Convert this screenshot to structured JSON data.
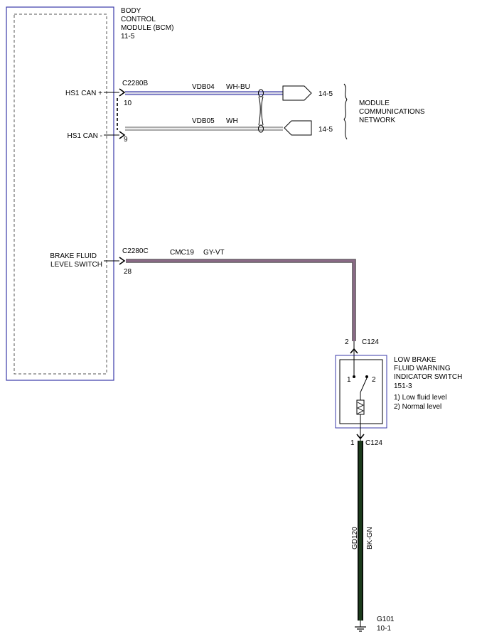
{
  "bcm": {
    "title_lines": [
      "BODY",
      "CONTROL",
      "MODULE (BCM)",
      "11-5"
    ]
  },
  "pins": {
    "hs1_can_plus": "HS1 CAN +",
    "hs1_can_minus": "HS1 CAN -",
    "brake_fluid_line1": "BRAKE FLUID",
    "brake_fluid_line2": "LEVEL SWITCH"
  },
  "connectors": {
    "c2280b": "C2280B",
    "c2280b_pin_plus": "10",
    "c2280b_pin_minus": "9",
    "c2280c": "C2280C",
    "c2280c_pin": "28",
    "c124": "C124",
    "c124_top_pin": "2",
    "c124_bottom_pin": "1"
  },
  "wires": {
    "vdb04_circuit": "VDB04",
    "vdb04_color": "WH-BU",
    "vdb05_circuit": "VDB05",
    "vdb05_color": "WH",
    "cmc19_circuit": "CMC19",
    "cmc19_color": "GY-VT",
    "gd120_circuit": "GD120",
    "gd120_color": "BK-GN"
  },
  "refs": {
    "can_plus_ref": "14-5",
    "can_minus_ref": "14-5"
  },
  "network": {
    "lines": [
      "MODULE",
      "COMMUNICATIONS",
      "NETWORK"
    ]
  },
  "switch": {
    "lines": [
      "LOW BRAKE",
      "FLUID WARNING",
      "INDICATOR SWITCH",
      "151-3",
      "1) Low fluid level",
      "2) Normal level"
    ],
    "contact_1": "1",
    "contact_2": "2"
  },
  "ground": {
    "name": "G101",
    "ref": "10-1"
  },
  "colors": {
    "module_border": "#3a3aa8",
    "wire_blue": "#3a3aa8",
    "wire_purple": "#8a6a86",
    "wire_ground": "#1b3a1b"
  }
}
